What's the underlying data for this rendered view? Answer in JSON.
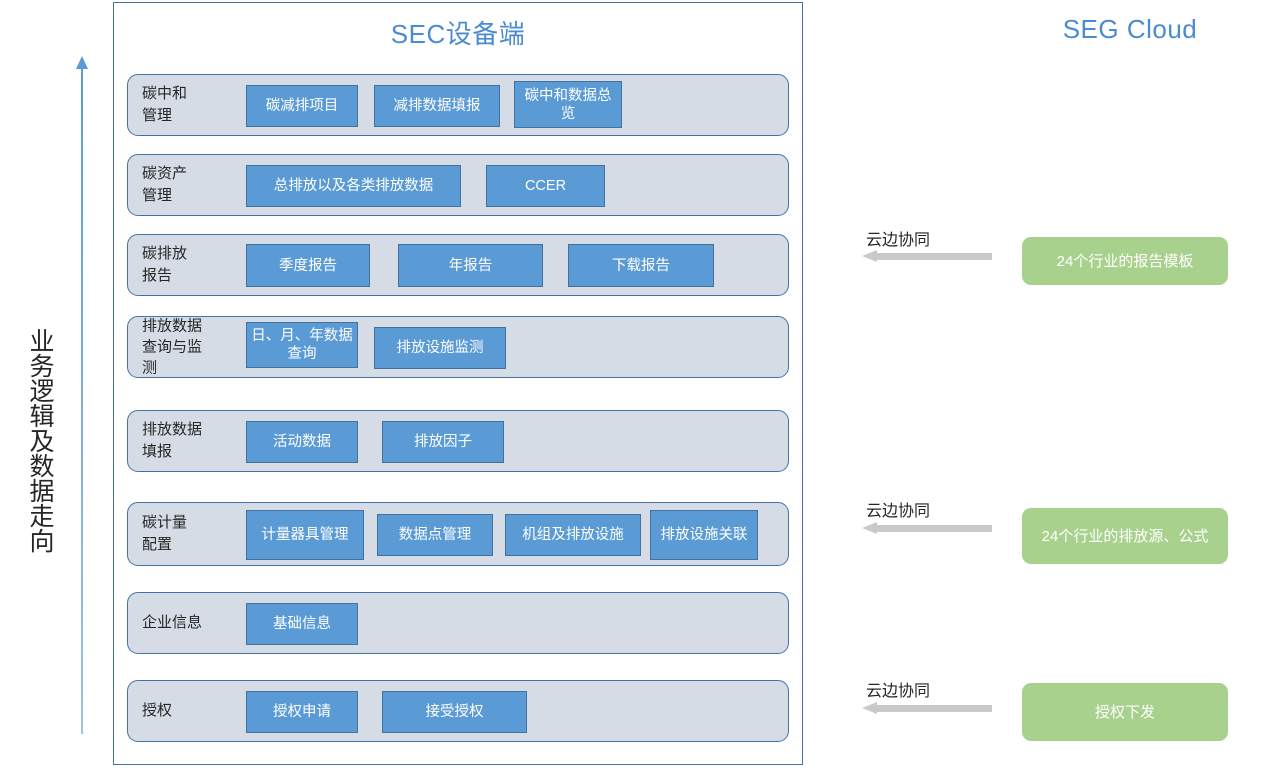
{
  "left_axis": {
    "label": "业务逻辑及数据走向",
    "arrow_direction": "up",
    "color": "#5B9BD5"
  },
  "device_panel": {
    "title": "SEC设备端",
    "title_color": "#4B8BD0",
    "border_color": "#4472A8",
    "row_fill": "#D5DCE5",
    "button_fill": "#5B9BD5",
    "rows": [
      {
        "label": "碳中和\n管理",
        "label_line1": "碳中和",
        "label_line2": "管理",
        "buttons": [
          "碳减排项目",
          "减排数据填报",
          "碳中和数据总览"
        ]
      },
      {
        "label_line1": "碳资产",
        "label_line2": "管理",
        "buttons": [
          "总排放以及各类排放数据",
          "CCER"
        ]
      },
      {
        "label_line1": "碳排放",
        "label_line2": "报告",
        "buttons": [
          "季度报告",
          "年报告",
          "下载报告"
        ]
      },
      {
        "label_line1": "排放数据",
        "label_line2": "查询与监",
        "label_line3": "测",
        "buttons": [
          "日、月、年数据查询",
          "排放设施监测"
        ]
      },
      {
        "label_line1": "排放数据",
        "label_line2": "填报",
        "buttons": [
          "活动数据",
          "排放因子"
        ]
      },
      {
        "label_line1": "碳计量",
        "label_line2": "配置",
        "buttons": [
          "计量器具管理",
          "数据点管理",
          "机组及排放设施",
          "排放设施关联"
        ]
      },
      {
        "label_line1": "企业信息",
        "label_line2": "",
        "buttons": [
          "基础信息"
        ]
      },
      {
        "label_line1": "授权",
        "label_line2": "",
        "buttons": [
          "授权申请",
          "接受授权"
        ]
      }
    ]
  },
  "cloud_panel": {
    "title": "SEG Cloud",
    "title_color": "#4B8BD0",
    "box_fill": "#A9D18E",
    "arrow_color": "#C9C9C9",
    "links": [
      {
        "arrow_label": "云边协同",
        "box_text": "24个行业的报告模板"
      },
      {
        "arrow_label": "云边协同",
        "box_text": "24个行业的排放源、公式"
      },
      {
        "arrow_label": "云边协同",
        "box_text": "授权下发"
      }
    ]
  }
}
